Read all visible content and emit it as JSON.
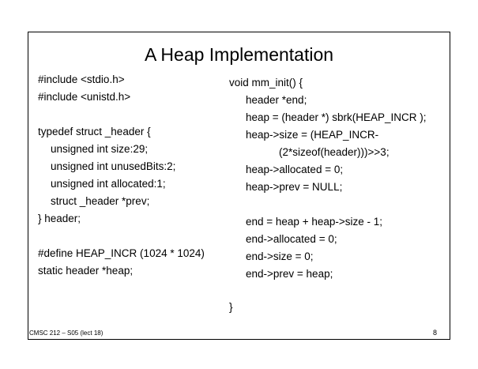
{
  "slide": {
    "title": "A Heap Implementation",
    "left_column": [
      "#include <stdio.h>",
      "#include <unistd.h>",
      "typedef struct _header {",
      "unsigned int size:29;",
      "unsigned int unusedBits:2;",
      "unsigned int allocated:1;",
      "struct _header *prev;",
      "} header;",
      "#define HEAP_INCR (1024 * 1024)",
      "static header *heap;"
    ],
    "right_column": [
      "void mm_init() {",
      "header *end;",
      "heap = (header *) sbrk(HEAP_INCR );",
      "heap->size = (HEAP_INCR-",
      "(2*sizeof(header)))>>3;",
      "heap->allocated = 0;",
      "heap->prev = NULL;",
      "end = heap + heap->size - 1;",
      "end->allocated = 0;",
      "end->size = 0;",
      "end->prev = heap;",
      "}"
    ],
    "footer_course": "CMSC 212 – S05 (lect 18)",
    "page_number": "8"
  }
}
